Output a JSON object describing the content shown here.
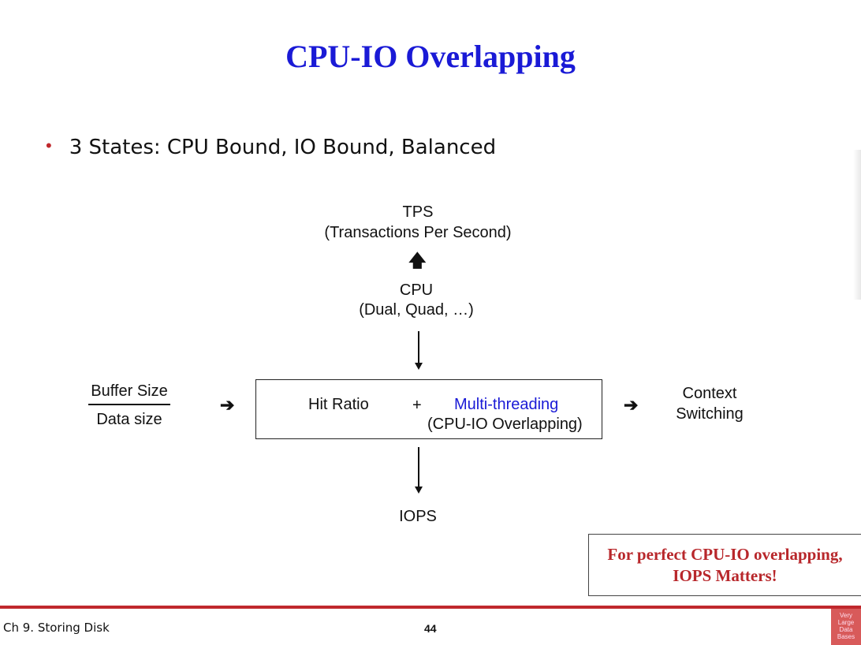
{
  "title": "CPU-IO Overlapping",
  "bullet": {
    "marker": "•",
    "text": "3 States: CPU Bound, IO Bound, Balanced"
  },
  "diagram": {
    "tps_label": "TPS",
    "tps_sub": "(Transactions Per Second)",
    "cpu_label": "CPU",
    "cpu_sub": "(Dual, Quad, …)",
    "buffer_numerator": "Buffer Size",
    "buffer_denominator": "Data size",
    "hit_ratio": "Hit Ratio",
    "plus": "+",
    "multithreading": "Multi-threading",
    "multithreading_sub": "(CPU-IO Overlapping)",
    "context_line1": "Context",
    "context_line2": "Switching",
    "iops": "IOPS",
    "arrow_right": "➔",
    "arrow_up": "🡅",
    "multithreading_color": "#1a1ad6"
  },
  "callout": {
    "line1": "For perfect CPU-IO overlapping,",
    "line2": "IOPS Matters!",
    "color": "#b8272b"
  },
  "footer": {
    "chapter": "Ch 9. Storing Disk",
    "page_number": "44",
    "logo_lines": [
      "Very",
      "Large",
      "Data",
      "Bases"
    ],
    "accent": "#c0282d"
  }
}
